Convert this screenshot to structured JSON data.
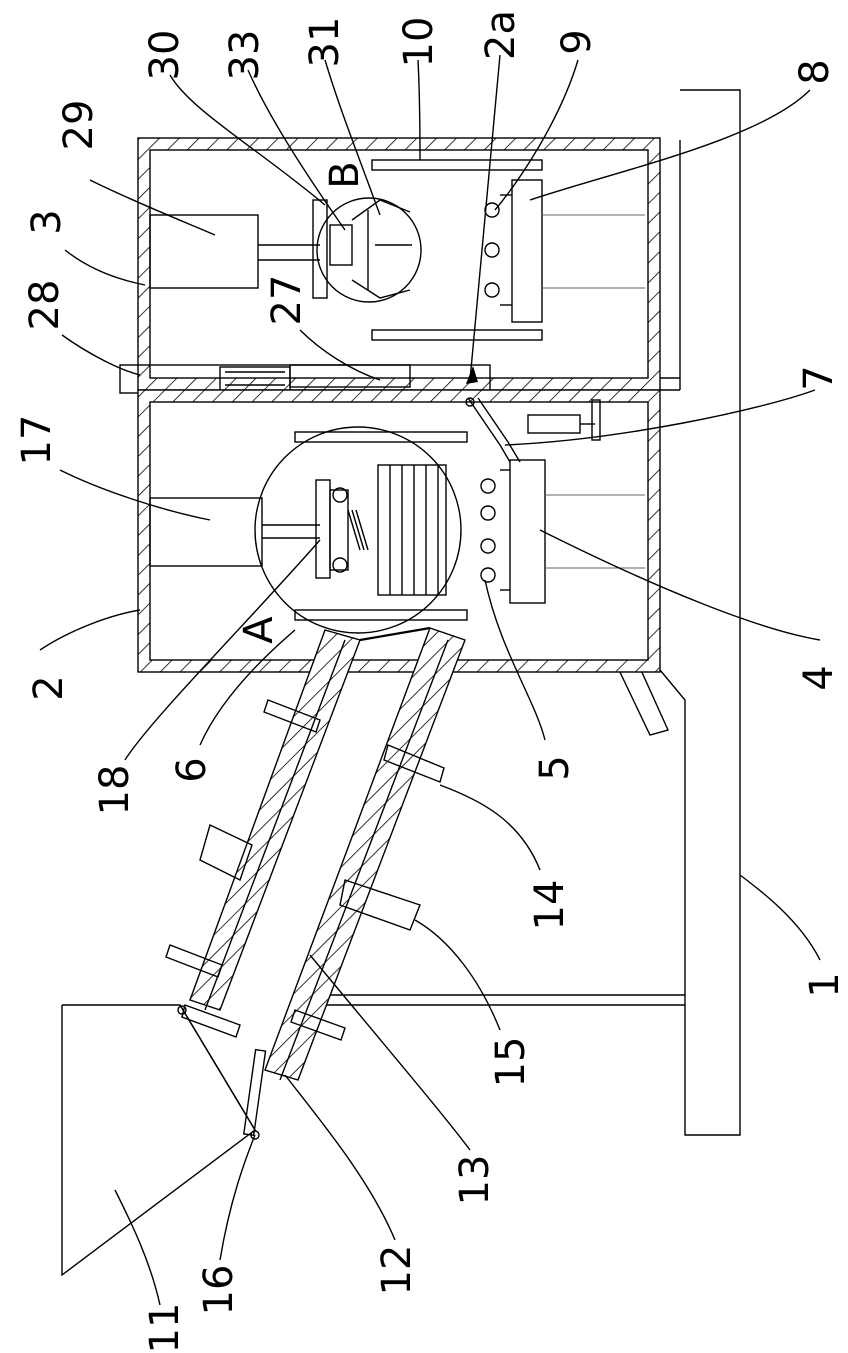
{
  "labels": {
    "l30": "30",
    "l33": "33",
    "l31": "31",
    "l10": "10",
    "l2a": "2a",
    "l9": "9",
    "l8": "8",
    "l29": "29",
    "lB": "B",
    "l3": "3",
    "l28": "28",
    "l27": "27",
    "l17": "17",
    "l7": "7",
    "lA": "A",
    "l2": "2",
    "l4": "4",
    "l18": "18",
    "l6": "6",
    "l5": "5",
    "l14": "14",
    "l1": "1",
    "l15": "15",
    "l13": "13",
    "l12": "12",
    "l16": "16",
    "l11": "11"
  },
  "colors": {
    "line": "#000000",
    "hatch": "#000000",
    "light": "#666666"
  }
}
